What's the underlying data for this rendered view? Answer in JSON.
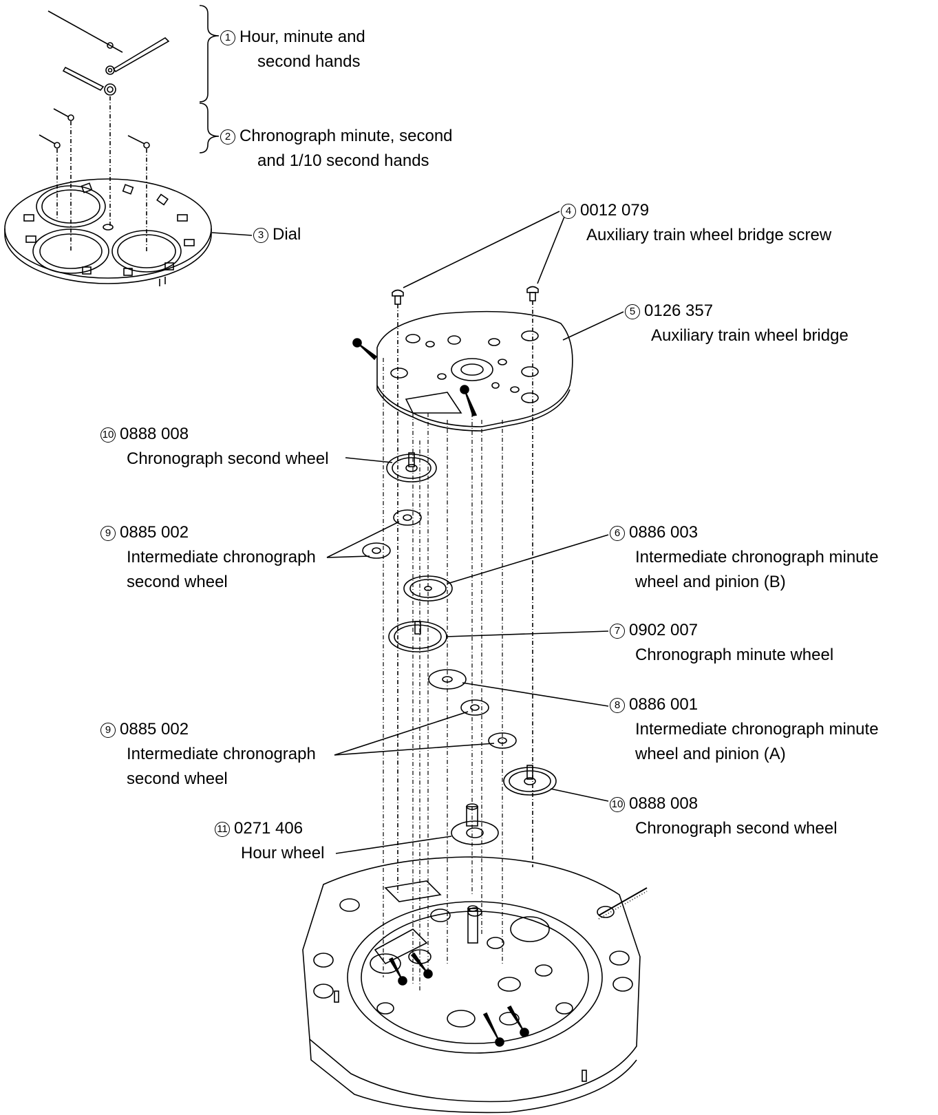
{
  "callouts": [
    {
      "num": "1",
      "code": "",
      "lines": [
        "Hour, minute and",
        "second hands"
      ]
    },
    {
      "num": "2",
      "code": "",
      "lines": [
        "Chronograph minute, second",
        "and 1/10 second hands"
      ]
    },
    {
      "num": "3",
      "code": "",
      "lines": [
        "Dial"
      ]
    },
    {
      "num": "4",
      "code": "0012 079",
      "lines": [
        "Auxiliary train wheel bridge screw"
      ]
    },
    {
      "num": "5",
      "code": "0126 357",
      "lines": [
        "Auxiliary train wheel bridge"
      ]
    },
    {
      "num": "10",
      "code": "0888 008",
      "lines": [
        "Chronograph second wheel"
      ]
    },
    {
      "num": "9",
      "code": "0885 002",
      "lines": [
        "Intermediate chronograph",
        "second wheel"
      ]
    },
    {
      "num": "6",
      "code": "0886 003",
      "lines": [
        "Intermediate chronograph minute",
        "wheel and pinion (B)"
      ]
    },
    {
      "num": "7",
      "code": "0902 007",
      "lines": [
        "Chronograph minute wheel"
      ]
    },
    {
      "num": "8",
      "code": "0886 001",
      "lines": [
        "Intermediate chronograph minute",
        "wheel and pinion (A)"
      ]
    },
    {
      "num": "9",
      "code": "0885 002",
      "lines": [
        "Intermediate chronograph",
        "second wheel"
      ]
    },
    {
      "num": "10",
      "code": "0888 008",
      "lines": [
        "Chronograph second wheel"
      ]
    },
    {
      "num": "11",
      "code": "0271 406",
      "lines": [
        "Hour wheel"
      ]
    }
  ]
}
